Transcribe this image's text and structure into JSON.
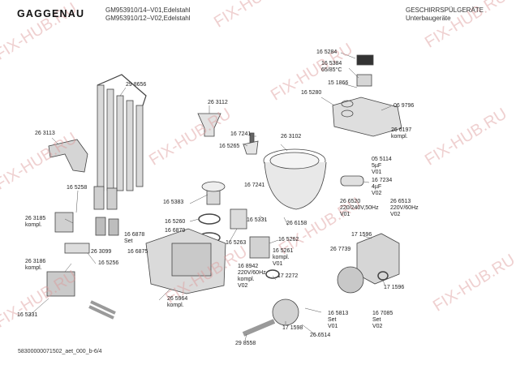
{
  "header": {
    "brand": "GAGGENAU",
    "model_line_1": "GM953910/14–V01,Edelstahl",
    "model_line_2": "GM953910/12–V02,Edelstahl",
    "category_line_1": "GESCHIRRSPÜLGERÄTE",
    "category_line_2": "Unterbaugeräte"
  },
  "watermark": "FIX-HUB.RU",
  "footer": {
    "doc_id": "58300000071502_aet_000_b-6/4"
  },
  "labels": [
    {
      "id": "l01",
      "lines": [
        "29 8656"
      ]
    },
    {
      "id": "l02",
      "lines": [
        "26 3113"
      ]
    },
    {
      "id": "l03",
      "lines": [
        "26 3112"
      ]
    },
    {
      "id": "l04",
      "lines": [
        "16 7241"
      ]
    },
    {
      "id": "l05",
      "lines": [
        "16 5265"
      ]
    },
    {
      "id": "l06",
      "lines": [
        "26 3102"
      ]
    },
    {
      "id": "l07",
      "lines": [
        "16 5284"
      ]
    },
    {
      "id": "l08",
      "lines": [
        "16 5384",
        "65/85°C"
      ]
    },
    {
      "id": "l09",
      "lines": [
        "15 1866"
      ]
    },
    {
      "id": "l10",
      "lines": [
        "16 5280"
      ]
    },
    {
      "id": "l11",
      "lines": [
        "06 9796"
      ]
    },
    {
      "id": "l12",
      "lines": [
        "26 6197",
        "kompl."
      ]
    },
    {
      "id": "l13",
      "lines": [
        "05 5114",
        "5µF",
        "V01"
      ]
    },
    {
      "id": "l14",
      "lines": [
        "16 7234",
        "4µF",
        "V02"
      ]
    },
    {
      "id": "l15",
      "lines": [
        "16 5258"
      ]
    },
    {
      "id": "l16",
      "lines": [
        "16 7241"
      ]
    },
    {
      "id": "l17",
      "lines": [
        "16 5383"
      ]
    },
    {
      "id": "l18",
      "lines": [
        "16 5260"
      ]
    },
    {
      "id": "l19",
      "lines": [
        "16 6879"
      ]
    },
    {
      "id": "l20",
      "lines": [
        "16 6878",
        "Set"
      ]
    },
    {
      "id": "l21",
      "lines": [
        "16 5331"
      ]
    },
    {
      "id": "l22",
      "lines": [
        "26 6158"
      ]
    },
    {
      "id": "l23",
      "lines": [
        "26 6520",
        "220/240V,50Hz",
        "V01"
      ]
    },
    {
      "id": "l24",
      "lines": [
        "26 6513",
        "220V/60Hz",
        "V02"
      ]
    },
    {
      "id": "l25",
      "lines": [
        "26 3185",
        "kompl."
      ]
    },
    {
      "id": "l26",
      "lines": [
        "26 3099"
      ]
    },
    {
      "id": "l27",
      "lines": [
        "16 6875"
      ]
    },
    {
      "id": "l28",
      "lines": [
        "16 5263"
      ]
    },
    {
      "id": "l29",
      "lines": [
        "16 5262"
      ]
    },
    {
      "id": "l30",
      "lines": [
        "16 5261",
        "kompl.",
        "V01"
      ]
    },
    {
      "id": "l31",
      "lines": [
        "17 1596"
      ]
    },
    {
      "id": "l32",
      "lines": [
        "26 7739"
      ]
    },
    {
      "id": "l33",
      "lines": [
        "26 3186",
        "kompl."
      ]
    },
    {
      "id": "l34",
      "lines": [
        "16 5256"
      ]
    },
    {
      "id": "l35",
      "lines": [
        "16 8942",
        "220V/60Hz",
        "kompl.",
        "V02"
      ]
    },
    {
      "id": "l36",
      "lines": [
        "17 2272"
      ]
    },
    {
      "id": "l37",
      "lines": [
        "26 5964",
        "kompl."
      ]
    },
    {
      "id": "l38",
      "lines": [
        "17 1596"
      ]
    },
    {
      "id": "l39",
      "lines": [
        "16 5331"
      ]
    },
    {
      "id": "l40",
      "lines": [
        "16 5813",
        "Set",
        "V01"
      ]
    },
    {
      "id": "l41",
      "lines": [
        "16 7085",
        "Set",
        "V02"
      ]
    },
    {
      "id": "l42",
      "lines": [
        "17 1598"
      ]
    },
    {
      "id": "l43",
      "lines": [
        "26 6514"
      ]
    },
    {
      "id": "l44",
      "lines": [
        "29 8558"
      ]
    }
  ]
}
